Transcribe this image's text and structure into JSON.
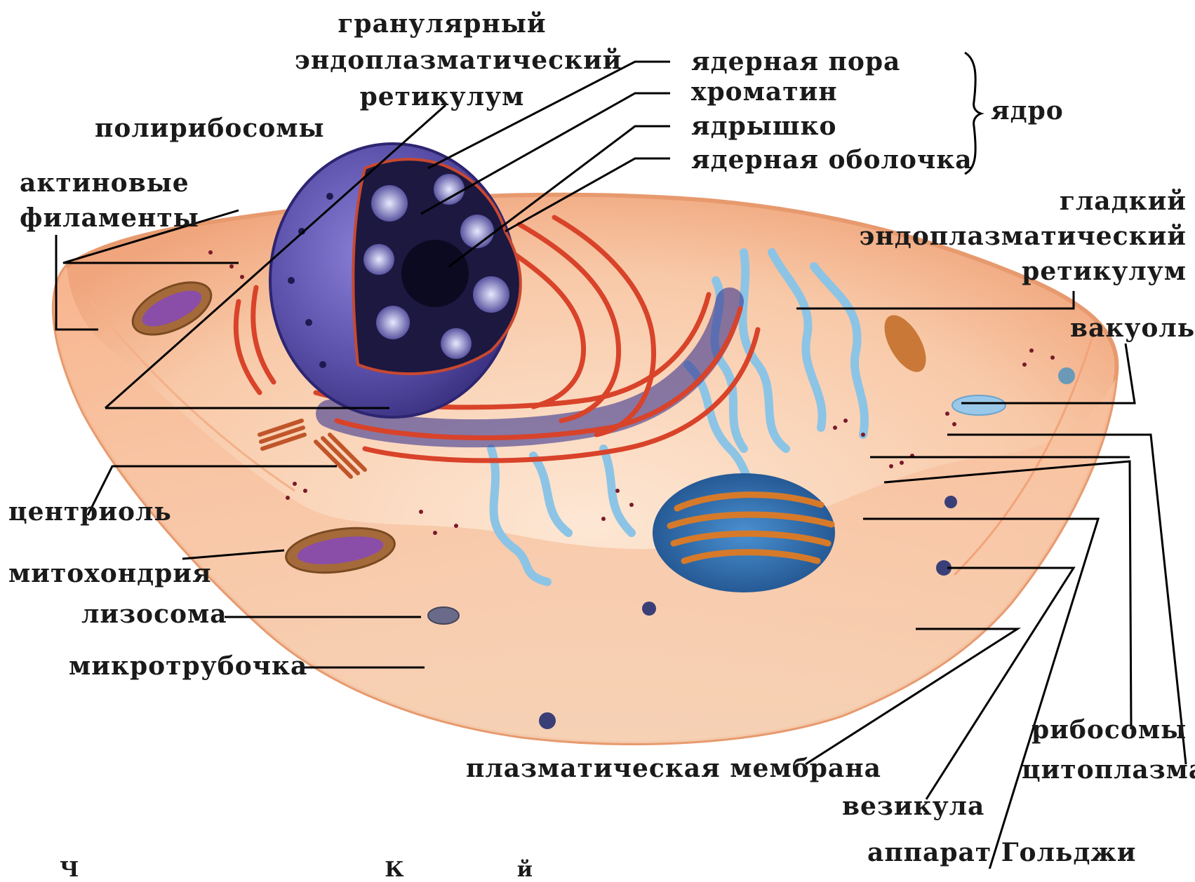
{
  "labels": {
    "granular_er": "гранулярный\nэндоплазматический\nретикулум",
    "poliribosomes": "полирибосомы",
    "actin_filaments": "актиновые\nфиламенты",
    "nuclear_pore": "ядерная пора",
    "chromatin": "хроматин",
    "nucleolus": "ядрышко",
    "nuclear_envelope": "ядерная оболочка",
    "nucleus": "ядро",
    "smooth_er": "гладкий\nэндоплазматический\nретикулум",
    "vacuole": "вакуоль",
    "centriole": "центриоль",
    "mitochondrion": "митохондрия",
    "lysosome": "лизосома",
    "microtubule": "микротрубочка",
    "plasma_membrane": "плазматическая мембрана",
    "ribosomes": "рибосомы",
    "cytoplasm": "цитоплазма",
    "vesicle": "везикула",
    "golgi": "аппарат Гольджи",
    "bottom_caption": "Ч                                      К              й"
  },
  "colors": {
    "cytoplasm": "#f8c9a8",
    "membrane": "#e88a5a",
    "nucleus": "#5a4fa8",
    "nucleoplasm": "#2a2456",
    "er_red": "#d8432a",
    "smooth_er_blue": "#8cc4e6",
    "golgi_orange": "#d67a2a",
    "golgi_blue": "#2a6fb0",
    "mito": "#a56a3a",
    "leader": "#000000"
  }
}
